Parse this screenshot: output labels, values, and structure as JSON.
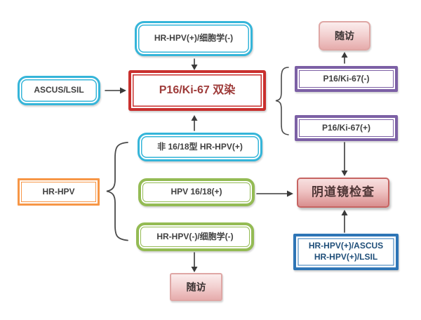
{
  "diagram": {
    "type": "flowchart",
    "language": "zh-CN",
    "nodes": {
      "top_triage": {
        "label": "HR-HPV(+)/细胞学(-)"
      },
      "followup_top": {
        "label": "随访"
      },
      "ascus_lsil": {
        "label": "ASCUS/LSIL"
      },
      "dual_stain": {
        "label": "P16/Ki-67 双染"
      },
      "dual_neg": {
        "label": "P16/Ki-67(-)"
      },
      "dual_pos": {
        "label": "P16/Ki-67(+)"
      },
      "non_16_18": {
        "label": "非 16/18型 HR-HPV(+)"
      },
      "hr_hpv": {
        "label": "HR-HPV"
      },
      "hpv_16_18": {
        "label": "HPV 16/18(+)"
      },
      "hpv_neg_cyto_neg": {
        "label": "HR-HPV(-)/细胞学(-)"
      },
      "followup_bottom": {
        "label": "随访"
      },
      "colposcopy": {
        "label": "阴道镜检查"
      },
      "referral": {
        "line1": "HR-HPV(+)/ASCUS",
        "line2": "HR-HPV(+)/LSIL"
      }
    },
    "edges": [
      "top_triage -> dual_stain",
      "ascus_lsil -> dual_stain",
      "non_16_18 -> dual_stain",
      "dual_stain -{ dual_neg, dual_pos",
      "dual_neg -> followup_top",
      "dual_pos -> colposcopy",
      "hr_hpv -{ non_16_18, hpv_16_18, hpv_neg_cyto_neg",
      "hpv_16_18 -> colposcopy",
      "hpv_neg_cyto_neg -> followup_bottom",
      "referral -> colposcopy"
    ],
    "colors": {
      "cyan": "#35B5D9",
      "red": "#C9302E",
      "purple": "#7C60A5",
      "orange": "#F79646",
      "green": "#94BB54",
      "blue": "#2E75B6",
      "pink_border": "#DFA7A5",
      "colpo_border": "#C66462",
      "text_default": "#404040",
      "text_red": "#9E3B39",
      "text_navy": "#1F4E79",
      "text_colpo": "#4D3535",
      "connector": "#3A3A3A"
    }
  }
}
